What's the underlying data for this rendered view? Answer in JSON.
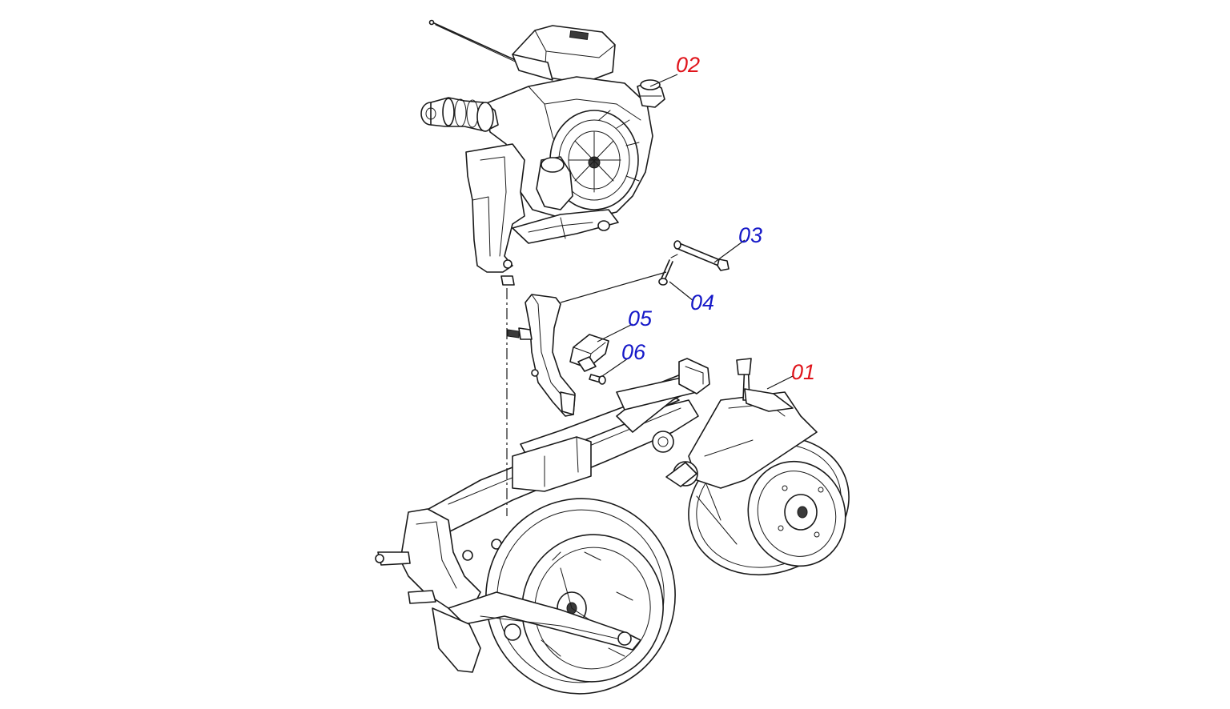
{
  "diagram": {
    "type": "exploded-parts-diagram",
    "callouts": [
      {
        "id": "01",
        "text": "01",
        "color": "#e0141b"
      },
      {
        "id": "02",
        "text": "02",
        "color": "#e0141b"
      },
      {
        "id": "03",
        "text": "03",
        "color": "#1518c8"
      },
      {
        "id": "04",
        "text": "04",
        "color": "#1518c8"
      },
      {
        "id": "05",
        "text": "05",
        "color": "#1518c8"
      },
      {
        "id": "06",
        "text": "06",
        "color": "#1518c8"
      }
    ]
  }
}
